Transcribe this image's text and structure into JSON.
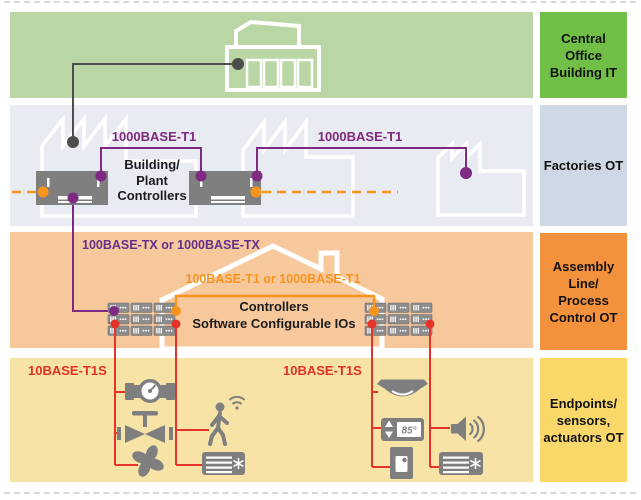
{
  "colors": {
    "it-band": "#b9d6a4",
    "it-label": "#72bf47",
    "factories-band": "#e8ebf2",
    "factories-label": "#cfd9e5",
    "assembly-band": "#f8c89d",
    "assembly-label": "#f4913c",
    "endpoints-band": "#f8e3a6",
    "endpoints-label": "#f9d869",
    "purple": "#7e2a82",
    "purple-text": "#80287f",
    "violet-text": "#63308b",
    "orange": "#f7941e",
    "red": "#e6332a",
    "red-text": "#e03127",
    "dark": "#4d4d4d",
    "device": "#7f7f7f",
    "rack": "#8c8c8c",
    "label-text": "#111111"
  },
  "side_labels": {
    "it": "Central Office Building IT",
    "factories": "Factories OT",
    "assembly": "Assembly Line/ Process Control OT",
    "endpoints": "Endpoints/ sensors, actuators OT"
  },
  "link_labels": {
    "t1_left": "1000BASE-T1",
    "t1_right": "1000BASE-T1",
    "tx_backbone": "100BASE-TX or 1000BASE-TX",
    "t1_house": "100BASE-T1 or 1000BASE-T1",
    "t1s_left": "10BASE-T1S",
    "t1s_right": "10BASE-T1S"
  },
  "devices": {
    "plant_controllers": "Building/ Plant Controllers",
    "controllers": "Controllers",
    "software_ios": "Software Configurable IOs",
    "thermostat_value": "85°"
  },
  "icons": [
    "office-building-icon",
    "factory-icon",
    "plant-controller-box",
    "controller-rack",
    "house-outline",
    "flow-meter-icon",
    "valve-icon",
    "fan-icon",
    "motion-sensor-icon",
    "fan-coil-icon",
    "smoke-detector-icon",
    "thermostat-icon",
    "door-reader-icon",
    "speaker-icon"
  ]
}
